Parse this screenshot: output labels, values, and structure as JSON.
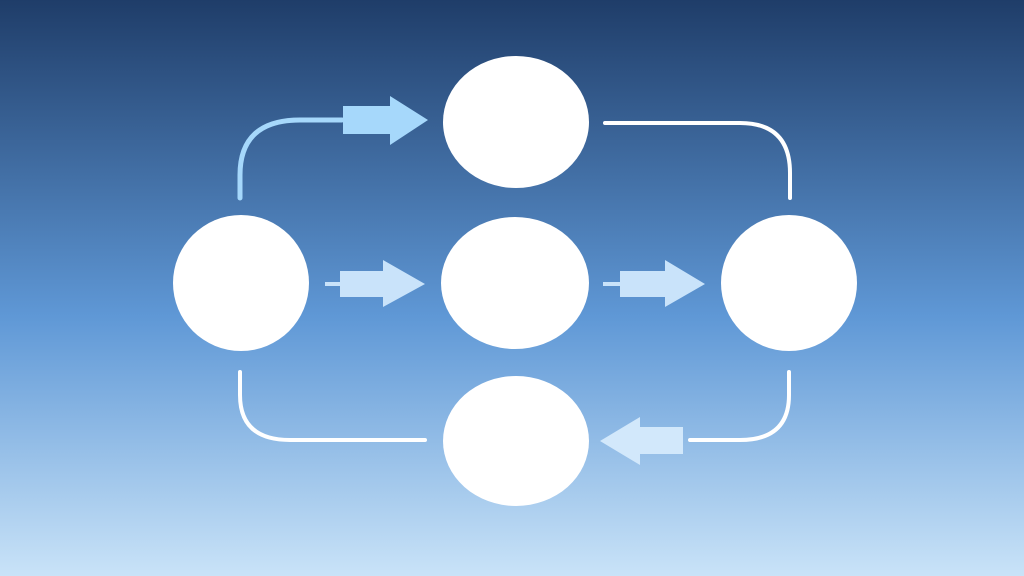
{
  "diagram": {
    "nodes": [
      {
        "id": "top",
        "label": ""
      },
      {
        "id": "left",
        "label": ""
      },
      {
        "id": "center",
        "label": ""
      },
      {
        "id": "right",
        "label": ""
      },
      {
        "id": "bottom",
        "label": ""
      }
    ],
    "edges": [
      {
        "from": "left",
        "to": "top",
        "style": "curved-arrow"
      },
      {
        "from": "top",
        "to": "right",
        "style": "curved-line"
      },
      {
        "from": "left",
        "to": "center",
        "style": "arrow"
      },
      {
        "from": "center",
        "to": "right",
        "style": "arrow"
      },
      {
        "from": "right",
        "to": "bottom",
        "style": "curved-arrow"
      },
      {
        "from": "bottom",
        "to": "left",
        "style": "curved-line"
      }
    ]
  },
  "colors": {
    "background_top": "#1f3d69",
    "background_mid": "#5f98d6",
    "background_bottom": "#c9e3f8",
    "node_fill": "#ffffff",
    "top_arrow": "#a6d8fb",
    "middle_arrows": "#c9e3fa",
    "bottom_arrow": "#d2e8fb",
    "connector_white": "#ffffff"
  }
}
